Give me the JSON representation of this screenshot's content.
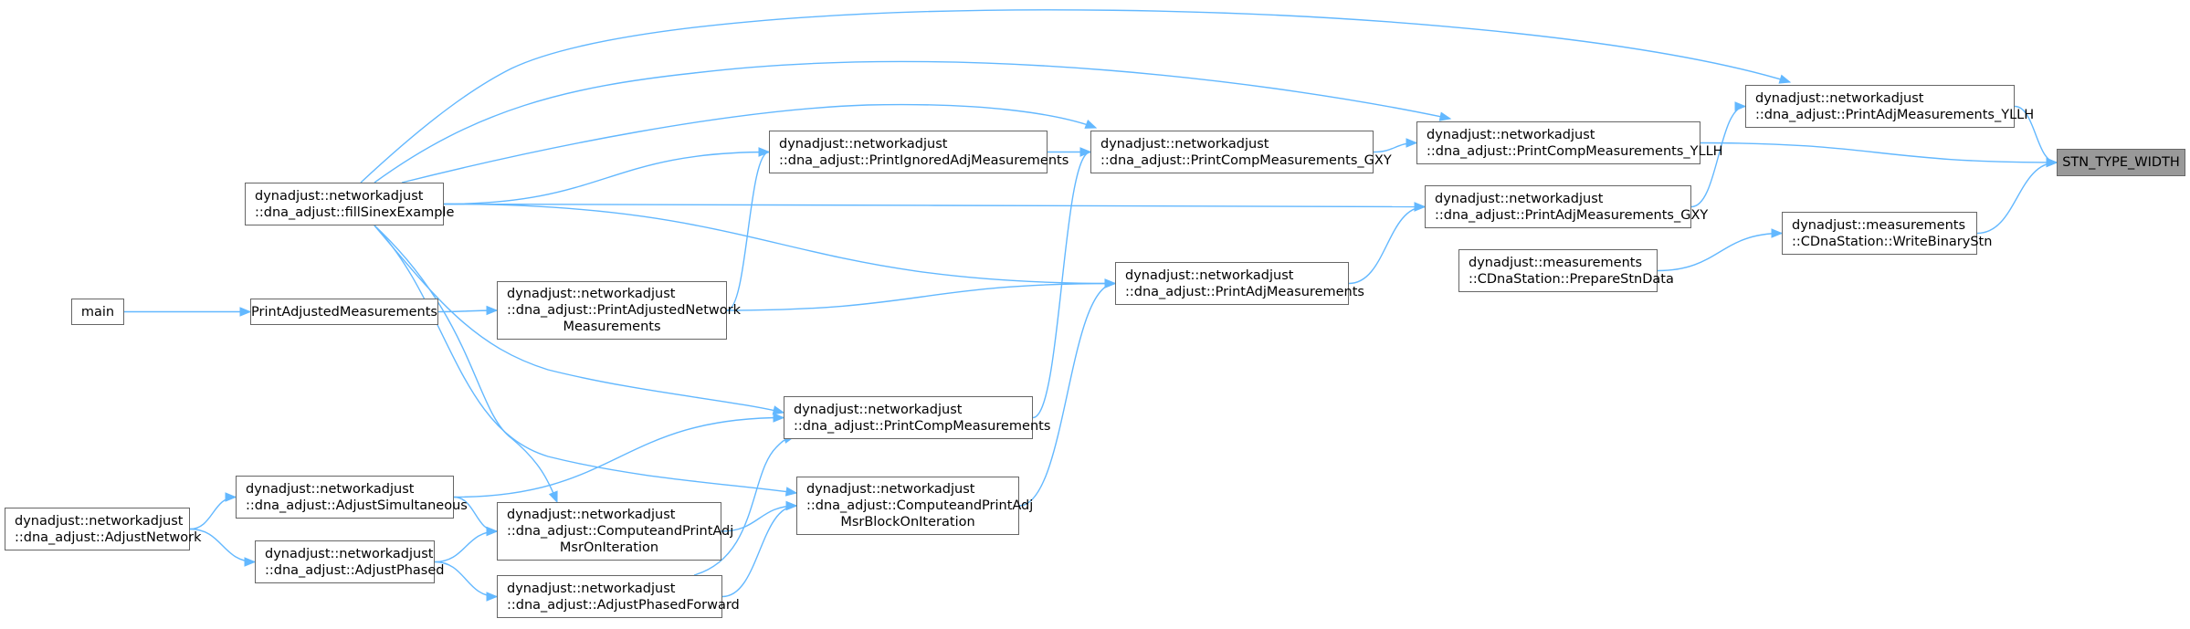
{
  "graph": {
    "nodes": [
      {
        "id": "n_stn",
        "lines": [
          "STN_TYPE_WIDTH"
        ],
        "root": true
      },
      {
        "id": "n_print_yllh",
        "lines": [
          "dynadjust::networkadjust",
          "::dna_adjust::PrintAdjMeasurements_YLLH"
        ]
      },
      {
        "id": "n_writebinary",
        "lines": [
          "dynadjust::measurements",
          "::CDnaStation::WriteBinaryStn"
        ]
      },
      {
        "id": "n_comp_yllh",
        "lines": [
          "dynadjust::networkadjust",
          "::dna_adjust::PrintCompMeasurements_YLLH"
        ]
      },
      {
        "id": "n_print_gxy",
        "lines": [
          "dynadjust::networkadjust",
          "::dna_adjust::PrintAdjMeasurements_GXY"
        ]
      },
      {
        "id": "n_preparestn",
        "lines": [
          "dynadjust::measurements",
          "::CDnaStation::PrepareStnData"
        ]
      },
      {
        "id": "n_comp_gxy",
        "lines": [
          "dynadjust::networkadjust",
          "::dna_adjust::PrintCompMeasurements_GXY"
        ]
      },
      {
        "id": "n_printadj",
        "lines": [
          "dynadjust::networkadjust",
          "::dna_adjust::PrintAdjMeasurements"
        ]
      },
      {
        "id": "n_ignored",
        "lines": [
          "dynadjust::networkadjust",
          "::dna_adjust::PrintIgnoredAdjMeasurements"
        ]
      },
      {
        "id": "n_fillsinex",
        "lines": [
          "dynadjust::networkadjust",
          "::dna_adjust::fillSinexExample"
        ]
      },
      {
        "id": "n_adjnetwork",
        "lines": [
          "dynadjust::networkadjust",
          "::dna_adjust::PrintAdjustedNetwork",
          "Measurements"
        ]
      },
      {
        "id": "n_printadjusted",
        "lines": [
          "PrintAdjustedMeasurements"
        ]
      },
      {
        "id": "n_main",
        "lines": [
          "main"
        ]
      },
      {
        "id": "n_printcomp",
        "lines": [
          "dynadjust::networkadjust",
          "::dna_adjust::PrintCompMeasurements"
        ]
      },
      {
        "id": "n_block",
        "lines": [
          "dynadjust::networkadjust",
          "::dna_adjust::ComputeandPrintAdj",
          "MsrBlockOnIteration"
        ]
      },
      {
        "id": "n_simul",
        "lines": [
          "dynadjust::networkadjust",
          "::dna_adjust::AdjustSimultaneous"
        ]
      },
      {
        "id": "n_msron",
        "lines": [
          "dynadjust::networkadjust",
          "::dna_adjust::ComputeandPrintAdj",
          "MsrOnIteration"
        ]
      },
      {
        "id": "n_adjnet",
        "lines": [
          "dynadjust::networkadjust",
          "::dna_adjust::AdjustNetwork"
        ]
      },
      {
        "id": "n_phased",
        "lines": [
          "dynadjust::networkadjust",
          "::dna_adjust::AdjustPhased"
        ]
      },
      {
        "id": "n_phasedfwd",
        "lines": [
          "dynadjust::networkadjust",
          "::dna_adjust::AdjustPhasedForward"
        ]
      }
    ],
    "edges": [
      {
        "from": "n_print_yllh",
        "to": "n_stn"
      },
      {
        "from": "n_comp_yllh",
        "to": "n_stn"
      },
      {
        "from": "n_writebinary",
        "to": "n_stn"
      },
      {
        "from": "n_fillsinex",
        "to": "n_print_yllh"
      },
      {
        "from": "n_print_gxy",
        "to": "n_print_yllh"
      },
      {
        "from": "n_fillsinex",
        "to": "n_comp_yllh"
      },
      {
        "from": "n_comp_gxy",
        "to": "n_comp_yllh"
      },
      {
        "from": "n_preparestn",
        "to": "n_writebinary"
      },
      {
        "from": "n_fillsinex",
        "to": "n_print_gxy"
      },
      {
        "from": "n_printadj",
        "to": "n_print_gxy"
      },
      {
        "from": "n_fillsinex",
        "to": "n_comp_gxy"
      },
      {
        "from": "n_ignored",
        "to": "n_comp_gxy"
      },
      {
        "from": "n_printcomp",
        "to": "n_comp_gxy"
      },
      {
        "from": "n_fillsinex",
        "to": "n_printadj"
      },
      {
        "from": "n_adjnetwork",
        "to": "n_printadj"
      },
      {
        "from": "n_block",
        "to": "n_printadj"
      },
      {
        "from": "n_fillsinex",
        "to": "n_ignored"
      },
      {
        "from": "n_adjnetwork",
        "to": "n_ignored"
      },
      {
        "from": "n_printadjusted",
        "to": "n_adjnetwork"
      },
      {
        "from": "n_main",
        "to": "n_printadjusted"
      },
      {
        "from": "n_fillsinex",
        "to": "n_printcomp"
      },
      {
        "from": "n_simul",
        "to": "n_printcomp"
      },
      {
        "from": "n_phasedfwd",
        "to": "n_printcomp"
      },
      {
        "from": "n_fillsinex",
        "to": "n_block"
      },
      {
        "from": "n_msron",
        "to": "n_block"
      },
      {
        "from": "n_phasedfwd",
        "to": "n_block"
      },
      {
        "from": "n_fillsinex",
        "to": "n_msron"
      },
      {
        "from": "n_simul",
        "to": "n_msron"
      },
      {
        "from": "n_phased",
        "to": "n_msron"
      },
      {
        "from": "n_adjnet",
        "to": "n_simul"
      },
      {
        "from": "n_adjnet",
        "to": "n_phased"
      },
      {
        "from": "n_phased",
        "to": "n_phasedfwd"
      }
    ]
  }
}
